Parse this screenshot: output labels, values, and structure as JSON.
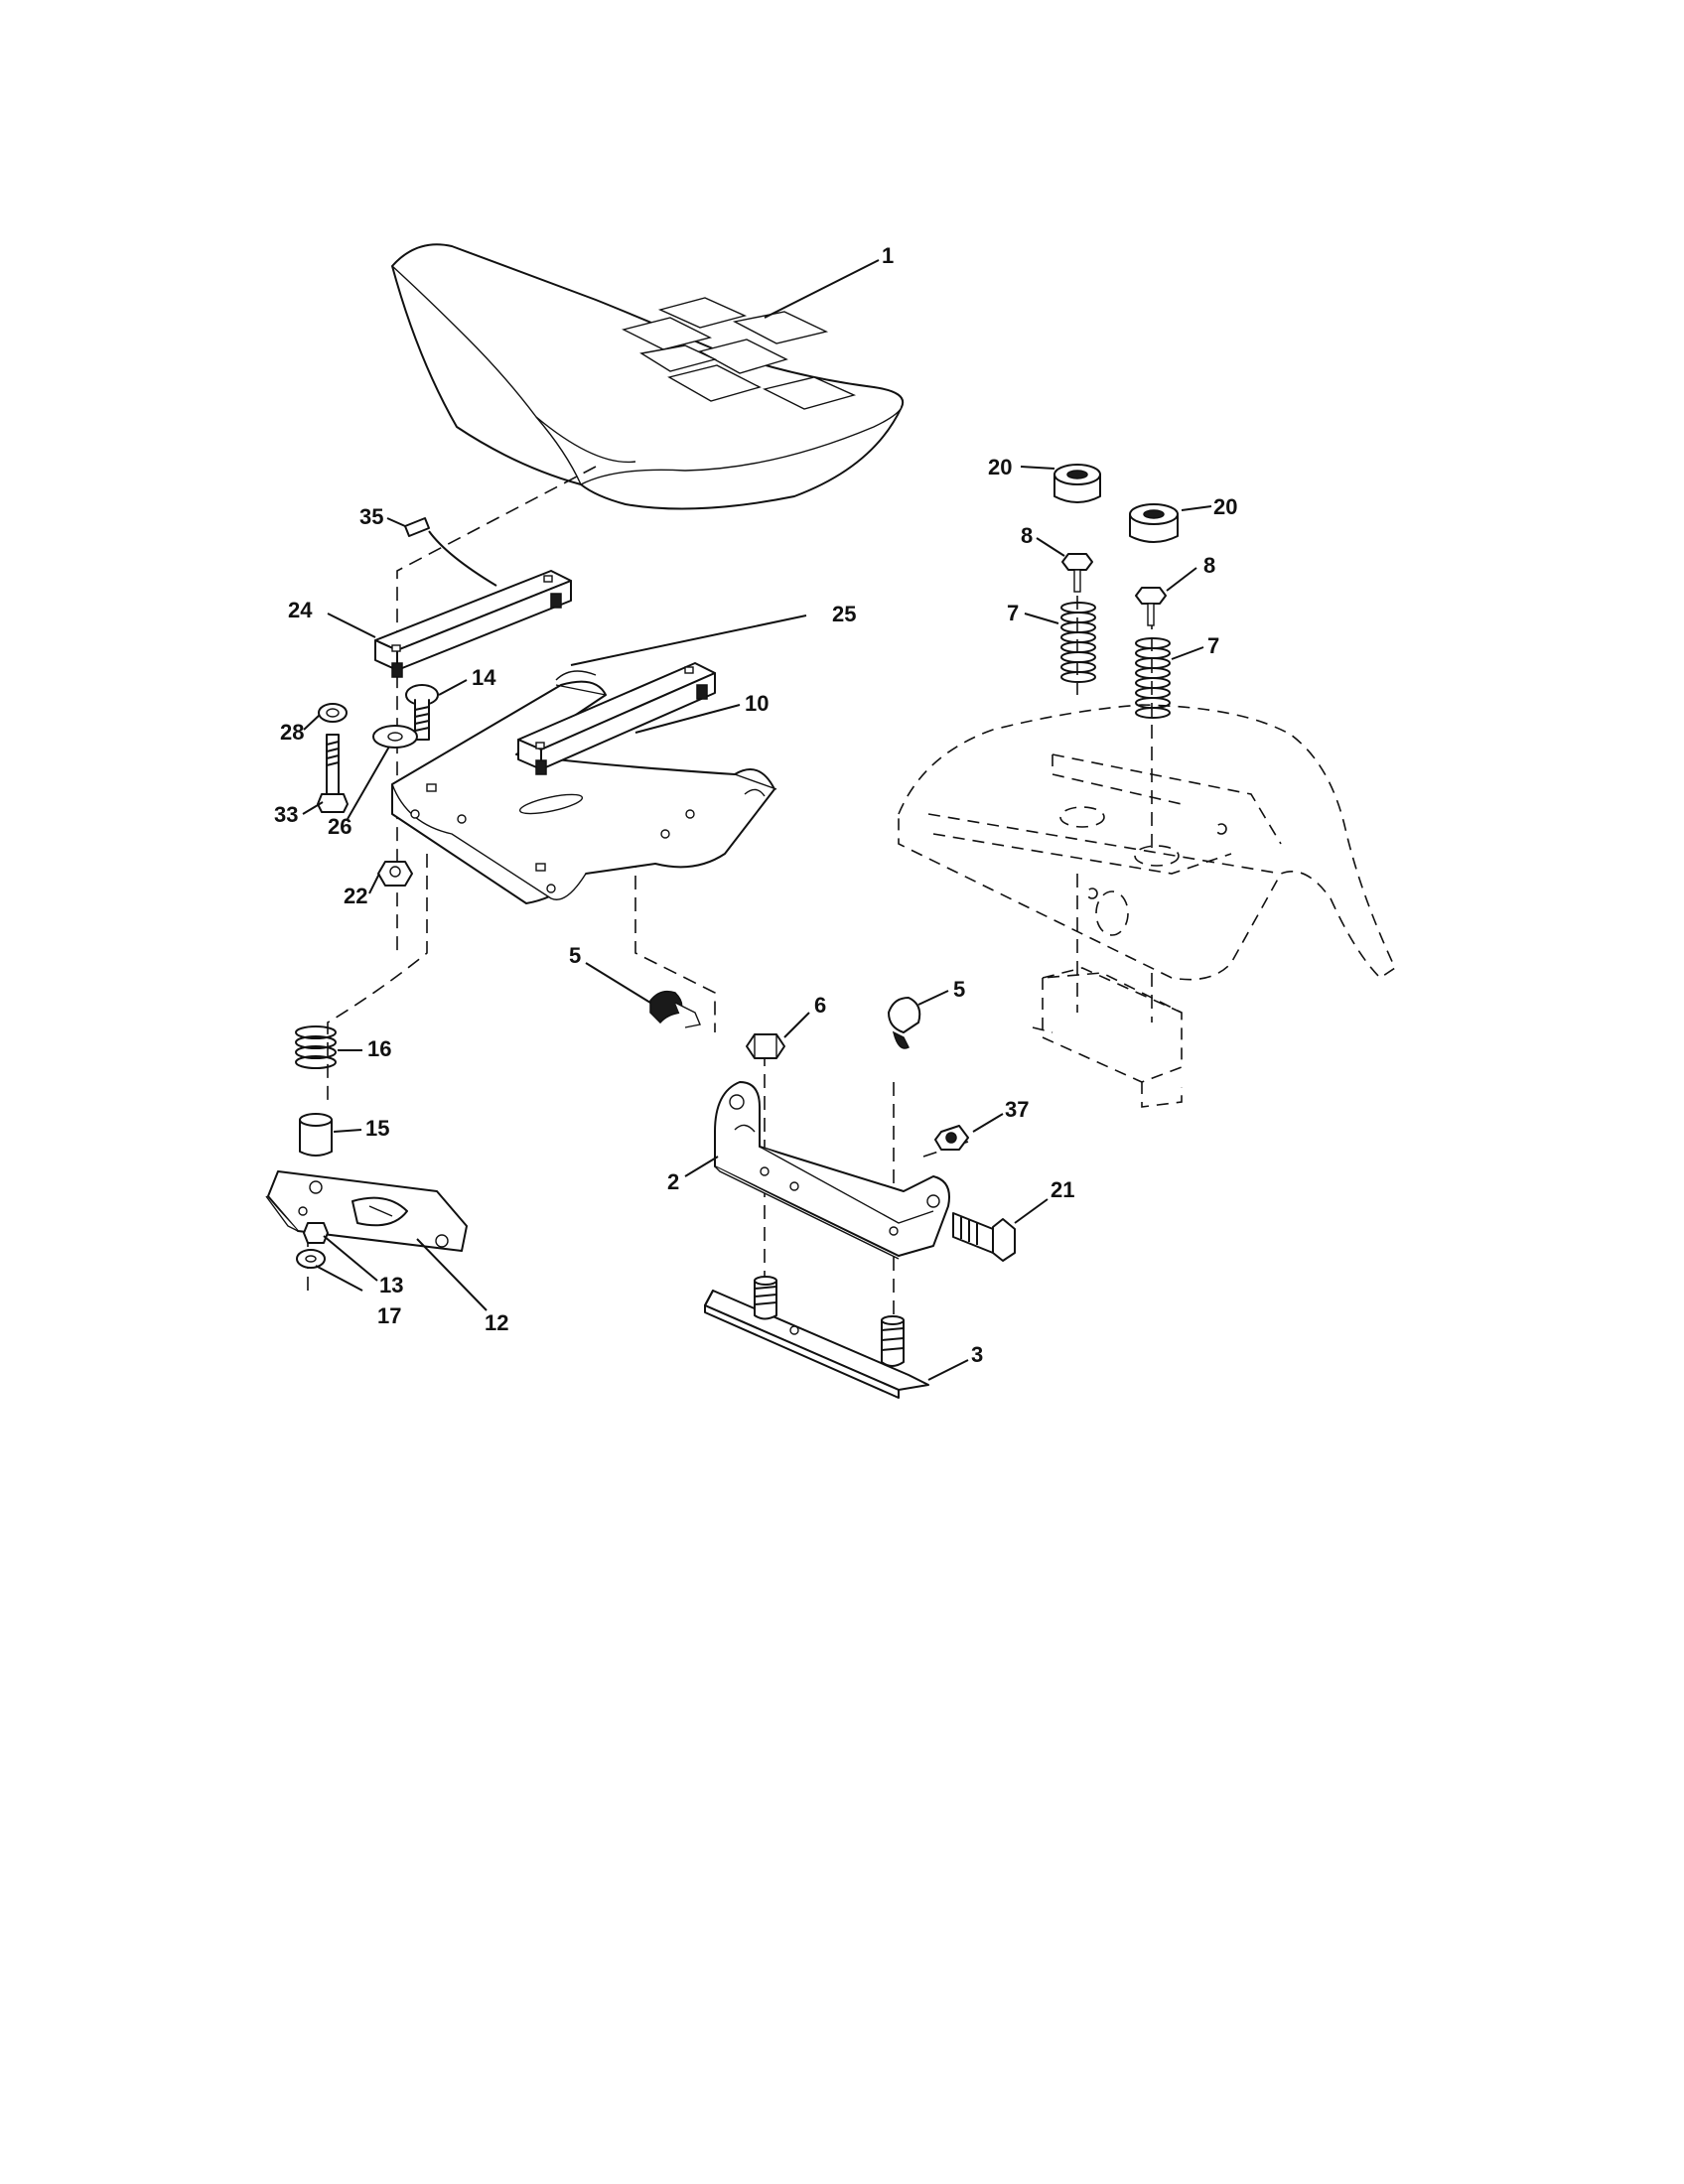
{
  "callouts": {
    "c1": "1",
    "c2": "2",
    "c3": "3",
    "c5a": "5",
    "c5b": "5",
    "c6": "6",
    "c7a": "7",
    "c7b": "7",
    "c8a": "8",
    "c8b": "8",
    "c10": "10",
    "c12": "12",
    "c13": "13",
    "c14": "14",
    "c15": "15",
    "c16": "16",
    "c17": "17",
    "c20a": "20",
    "c20b": "20",
    "c21": "21",
    "c22": "22",
    "c24": "24",
    "c25": "25",
    "c26": "26",
    "c28": "28",
    "c33": "33",
    "c35": "35",
    "c37": "37"
  }
}
